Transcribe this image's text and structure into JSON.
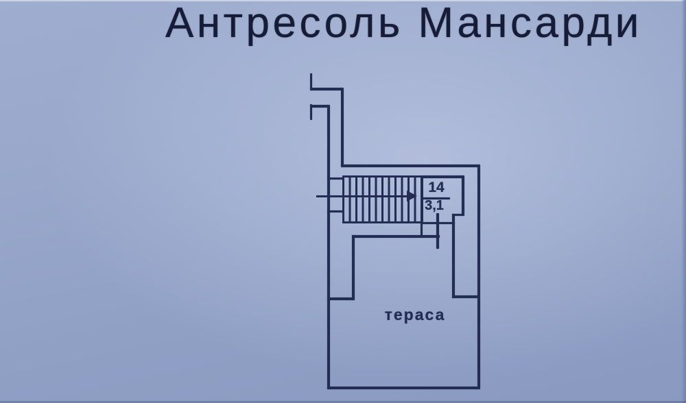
{
  "title": "Антресоль Мансарди",
  "plan": {
    "room": {
      "number": "14",
      "area": "3,1"
    },
    "terrace_label": "тераса",
    "stairs": {
      "treads": 12,
      "direction": "right"
    }
  },
  "colors": {
    "ink": "#232c52",
    "title_ink": "#161b36",
    "background": "#95a4c8"
  }
}
